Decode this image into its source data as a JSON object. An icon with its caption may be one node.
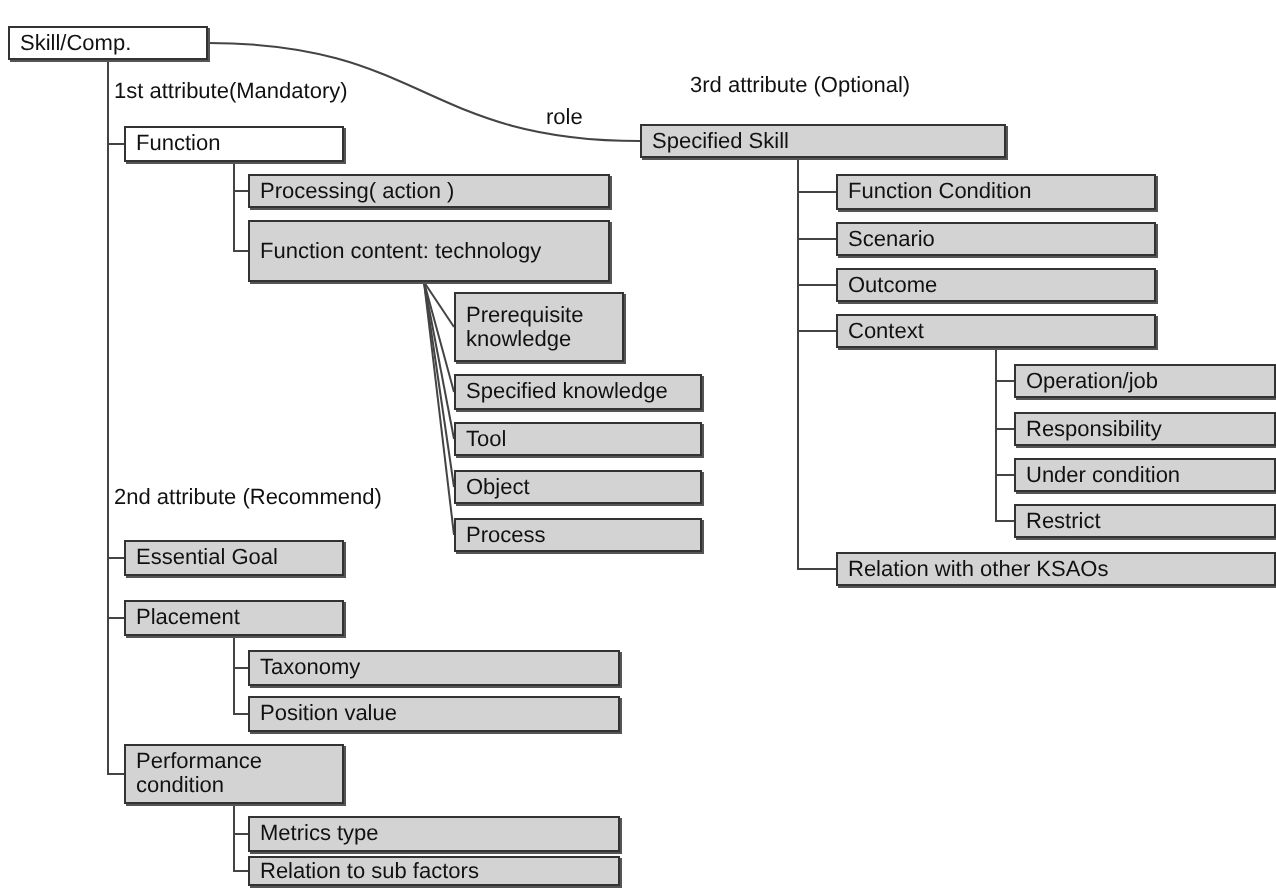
{
  "diagram": {
    "nodes": [
      {
        "text": [
          "Skill/Comp."
        ]
      },
      {
        "text": [
          "Function"
        ]
      },
      {
        "text": [
          "Processing( action )"
        ]
      },
      {
        "text": [
          "Function content: technology"
        ]
      },
      {
        "text": [
          "Prerequisite knowledge"
        ]
      },
      {
        "text": [
          "Specified knowledge"
        ]
      },
      {
        "text": [
          "Tool"
        ]
      },
      {
        "text": [
          "Object"
        ]
      },
      {
        "text": [
          "Process"
        ]
      },
      {
        "text": [
          "Essential Goal"
        ]
      },
      {
        "text": [
          "Placement"
        ]
      },
      {
        "text": [
          "Taxonomy"
        ]
      },
      {
        "text": [
          "Position value"
        ]
      },
      {
        "text": [
          "Performance condition"
        ]
      },
      {
        "text": [
          "Metrics type"
        ]
      },
      {
        "text": [
          "Relation to sub factors"
        ]
      },
      {
        "text": [
          "Specified Skill"
        ]
      },
      {
        "text": [
          "Function Condition"
        ]
      },
      {
        "text": [
          "Scenario"
        ]
      },
      {
        "text": [
          "Outcome"
        ]
      },
      {
        "text": [
          "Context"
        ]
      },
      {
        "text": [
          "Operation/job"
        ]
      },
      {
        "text": [
          "Responsibility"
        ]
      },
      {
        "text": [
          "Under condition"
        ]
      },
      {
        "text": [
          "Restrict"
        ]
      },
      {
        "text": [
          "Relation with other KSAOs"
        ]
      }
    ],
    "edges": [
      {
        "from": 0,
        "to": 16,
        "arrow": "none",
        "label": "role"
      },
      {
        "from": 0,
        "to": 1,
        "arrow": "none"
      },
      {
        "from": 0,
        "to": 9,
        "arrow": "none"
      },
      {
        "from": 0,
        "to": 10,
        "arrow": "none"
      },
      {
        "from": 0,
        "to": 13,
        "arrow": "none"
      },
      {
        "from": 1,
        "to": 2,
        "arrow": "none"
      },
      {
        "from": 1,
        "to": 3,
        "arrow": "none"
      },
      {
        "from": 3,
        "to": 4,
        "arrow": "none"
      },
      {
        "from": 3,
        "to": 5,
        "arrow": "none"
      },
      {
        "from": 3,
        "to": 6,
        "arrow": "none"
      },
      {
        "from": 3,
        "to": 7,
        "arrow": "none"
      },
      {
        "from": 3,
        "to": 8,
        "arrow": "none"
      },
      {
        "from": 10,
        "to": 11,
        "arrow": "none"
      },
      {
        "from": 10,
        "to": 12,
        "arrow": "none"
      },
      {
        "from": 13,
        "to": 14,
        "arrow": "none"
      },
      {
        "from": 13,
        "to": 15,
        "arrow": "none"
      },
      {
        "from": 16,
        "to": 17,
        "arrow": "none"
      },
      {
        "from": 16,
        "to": 18,
        "arrow": "none"
      },
      {
        "from": 16,
        "to": 19,
        "arrow": "none"
      },
      {
        "from": 16,
        "to": 20,
        "arrow": "none"
      },
      {
        "from": 16,
        "to": 25,
        "arrow": "none"
      },
      {
        "from": 20,
        "to": 21,
        "arrow": "none"
      },
      {
        "from": 20,
        "to": 22,
        "arrow": "none"
      },
      {
        "from": 20,
        "to": 23,
        "arrow": "none"
      },
      {
        "from": 20,
        "to": 24,
        "arrow": "none"
      }
    ],
    "labels": [
      "1st attribute(Mandatory)",
      "3rd attribute (Optional)",
      "2nd attribute (Recommend)"
    ]
  }
}
